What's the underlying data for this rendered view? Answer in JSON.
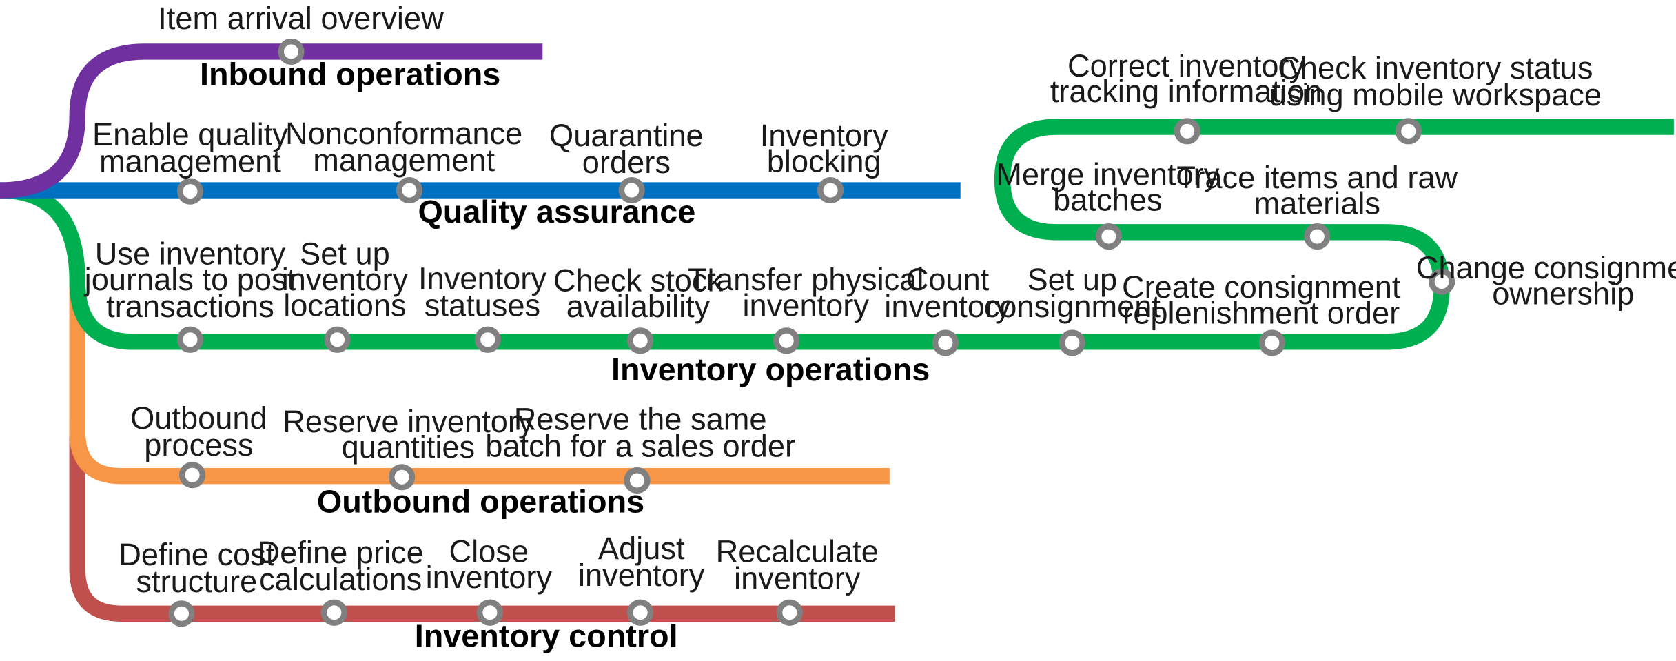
{
  "lines": [
    {
      "id": "inbound",
      "name": "Inbound operations",
      "color": "#7030a0",
      "stops": [
        {
          "label": [
            "Item arrival overview"
          ]
        }
      ]
    },
    {
      "id": "quality",
      "name": "Quality assurance",
      "color": "#0070c0",
      "stops": [
        {
          "label": [
            "Enable quality",
            "management"
          ]
        },
        {
          "label": [
            "Nonconformance",
            "management"
          ]
        },
        {
          "label": [
            "Quarantine",
            "orders"
          ]
        },
        {
          "label": [
            "Inventory",
            "blocking"
          ]
        }
      ]
    },
    {
      "id": "inventory",
      "name": "Inventory operations",
      "color": "#00b050",
      "stops": [
        {
          "label": [
            "Use inventory",
            "journals to post",
            "transactions"
          ]
        },
        {
          "label": [
            "Set up",
            "inventory",
            "locations"
          ]
        },
        {
          "label": [
            "Inventory",
            "statuses"
          ]
        },
        {
          "label": [
            "Check stock",
            "availability"
          ]
        },
        {
          "label": [
            "Transfer physical",
            "inventory"
          ]
        },
        {
          "label": [
            "Count",
            "inventory"
          ]
        },
        {
          "label": [
            "Set up",
            "consignment"
          ]
        },
        {
          "label": [
            "Create consignment",
            "replenishment order"
          ]
        },
        {
          "label": [
            "Change consignment",
            "ownership"
          ]
        },
        {
          "label": [
            "Trace items and raw",
            "materials"
          ]
        },
        {
          "label": [
            "Merge inventory",
            "batches"
          ]
        },
        {
          "label": [
            "Correct inventory",
            "tracking information"
          ]
        },
        {
          "label": [
            "Check inventory status",
            "using mobile workspace"
          ]
        }
      ]
    },
    {
      "id": "outbound",
      "name": "Outbound operations",
      "color": "#f79646",
      "stops": [
        {
          "label": [
            "Outbound",
            "process"
          ]
        },
        {
          "label": [
            "Reserve inventory",
            "quantities"
          ]
        },
        {
          "label": [
            "Reserve the same",
            "batch for a sales order"
          ]
        }
      ]
    },
    {
      "id": "control",
      "name": "Inventory control",
      "color": "#c0504d",
      "stops": [
        {
          "label": [
            "Define cost",
            "structure"
          ]
        },
        {
          "label": [
            "Define price",
            "calculations"
          ]
        },
        {
          "label": [
            "Close",
            "inventory"
          ]
        },
        {
          "label": [
            "Adjust",
            "inventory"
          ]
        },
        {
          "label": [
            "Recalculate",
            "inventory"
          ]
        }
      ]
    }
  ],
  "stop_style": {
    "fill": "#ffffff",
    "outline": "#808080"
  }
}
